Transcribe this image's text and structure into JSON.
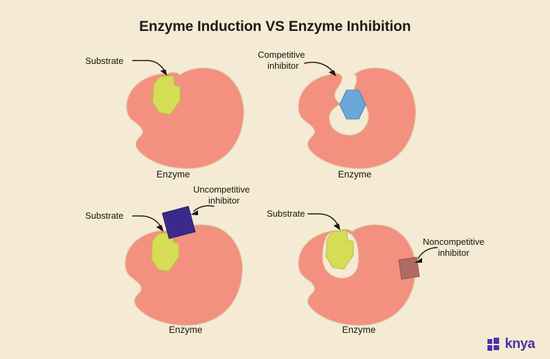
{
  "page": {
    "title": "Enzyme Induction VS Enzyme Inhibition",
    "background_color": "#f5ead3"
  },
  "colors": {
    "enzyme": "#f3907f",
    "substrate": "#d4dd55",
    "competitive_inhibitor": "#6aa6d8",
    "uncompetitive_inhibitor": "#3b2a8c",
    "noncompetitive_inhibitor": "#b06a63",
    "text": "#16150f",
    "brand": "#4c32a8"
  },
  "panels": [
    {
      "id": "top-left",
      "name": "normal-enzyme-substrate",
      "enzyme_label": "Enzyme",
      "callouts": [
        {
          "name": "substrate",
          "text": "Substrate"
        }
      ]
    },
    {
      "id": "top-right",
      "name": "competitive-inhibition",
      "enzyme_label": "Enzyme",
      "callouts": [
        {
          "name": "competitive-inhibitor",
          "line1": "Competitive",
          "line2": "inhibitor"
        }
      ]
    },
    {
      "id": "bottom-left",
      "name": "uncompetitive-inhibition",
      "enzyme_label": "Enzyme",
      "callouts": [
        {
          "name": "substrate",
          "text": "Substrate"
        },
        {
          "name": "uncompetitive-inhibitor",
          "line1": "Uncompetitive",
          "line2": "inhibitor"
        }
      ]
    },
    {
      "id": "bottom-right",
      "name": "noncompetitive-inhibition",
      "enzyme_label": "Enzyme",
      "callouts": [
        {
          "name": "substrate",
          "text": "Substrate"
        },
        {
          "name": "noncompetitive-inhibitor",
          "line1": "Noncompetitive",
          "line2": "inhibitor"
        }
      ]
    }
  ],
  "logo": {
    "text": "knya"
  }
}
